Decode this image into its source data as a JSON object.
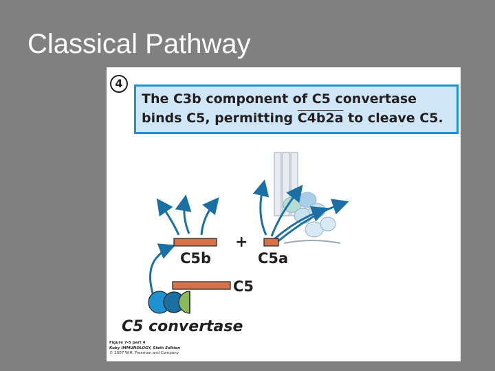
{
  "slide": {
    "title": "Classical Pathway"
  },
  "figure": {
    "step_number": "4",
    "caption": {
      "line1": "The C3b component of C5 convertase",
      "line2_before": "binds C5, permitting ",
      "line2_overlined": "C4b2a",
      "line2_after": " to cleave C5."
    },
    "labels": {
      "c5b": "C5b",
      "plus": "+",
      "c5a": "C5a",
      "c5": "C5",
      "convertase": "C5 convertase"
    },
    "credit": {
      "line1": "Figure 7-5 part 4",
      "line2": "Kuby IMMUNOLOGY, Sixth Edition",
      "line3": "© 2007 W.H. Freeman and Company"
    },
    "colors": {
      "caption_bg": "#cfe6f7",
      "caption_border": "#1f93d2",
      "fragment": "#d4734a",
      "arrow": "#1a6fa3",
      "c4b": "#1f93d2",
      "c2a": "#1a6fa3",
      "c3b": "#8ab85c",
      "c5a_ghost": "#a9cfe8"
    },
    "icons": [
      "up-arrow-icon",
      "curved-arrow-icon"
    ]
  }
}
